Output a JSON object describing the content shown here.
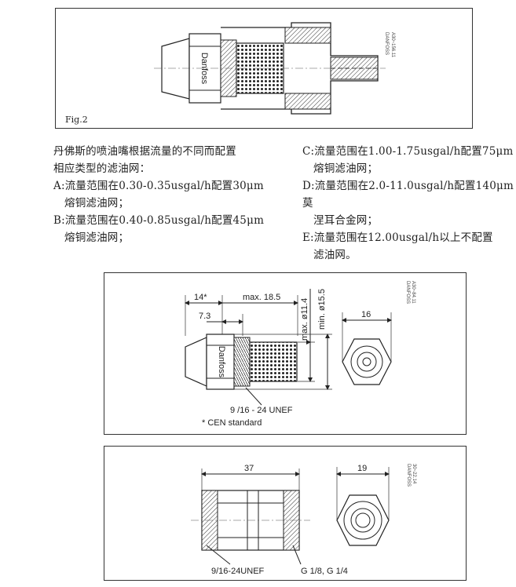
{
  "fig2": {
    "label": "Fig.2",
    "brand": "Danfoss",
    "stamp_line1": "DANFOSS",
    "stamp_line2": "A30~156.11"
  },
  "left_text": {
    "intro_line1": "丹佛斯的喷油嘴根据流量的不同而配置",
    "intro_line2": "相应类型的滤油网：",
    "a_line1": "A:流量范围在0.30-0.35usgal/h配置30μm",
    "a_line2": "熔铜滤油网；",
    "b_line1": "B:流量范围在0.40-0.85usgal/h配置45μm",
    "b_line2": "熔铜滤油网；"
  },
  "right_text": {
    "c_line1": "C:流量范围在1.00-1.75usgal/h配置75μm",
    "c_line2": "熔铜滤油网；",
    "d_line1": "D:流量范围在2.0-11.0usgal/h配置140μm莫",
    "d_line2": "涅耳合金网；",
    "e_line1": "E:流量范围在12.00usgal/h以上不配置",
    "e_line2": "滤油网。"
  },
  "fig3": {
    "dim_14": "14*",
    "dim_max185": "max. 18.5",
    "dim_73": "7.3",
    "dim_max114": "max. ø11.4",
    "dim_min155": "min. ø15.5",
    "dim_16": "16",
    "thread": "9 /16 - 24  UNEF",
    "note": "* CEN   standard",
    "brand": "Danfoss",
    "stamp_line1": "DANFOSS",
    "stamp_line2": "A30~84.11"
  },
  "fig4": {
    "dim_37": "37",
    "dim_19": "19",
    "thread_left": "9/16-24UNEF",
    "thread_right": "G  1/8,   G  1/4",
    "stamp_line1": "DANFOSS",
    "stamp_line2": "30~22.14"
  }
}
